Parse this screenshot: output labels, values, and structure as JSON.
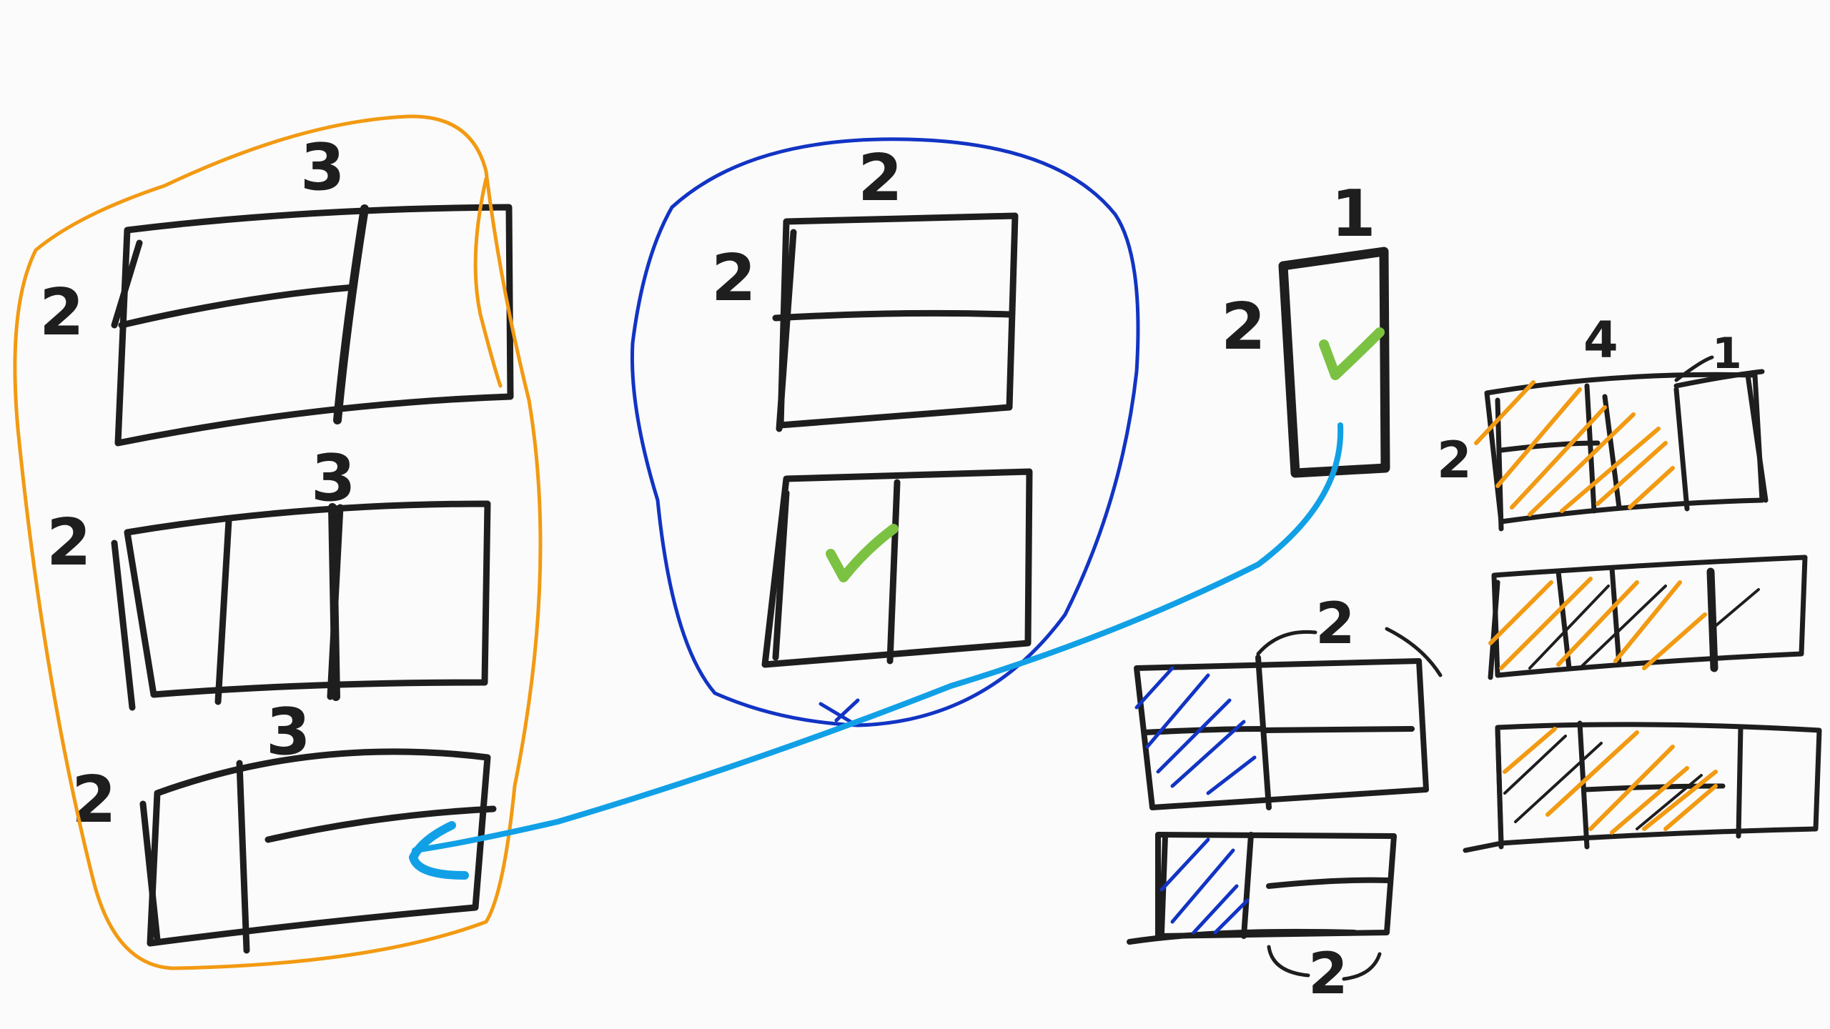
{
  "colors": {
    "ink": "#1e1e1e",
    "orange": "#f29a12",
    "dark_blue": "#1234c4",
    "light_blue": "#11a0e6",
    "green": "#7cc242",
    "background": "#fbfbfb"
  },
  "labels": {
    "g1_top": "3",
    "g1_side": "2",
    "g2_top": "3",
    "g2_side": "2",
    "g3_top": "3",
    "g3_side": "2",
    "mid_top": "2",
    "mid_side": "2",
    "tall_top": "1",
    "tall_side": "2",
    "bl_top": "2",
    "bl_bottom": "2",
    "r1_top_a": "4",
    "r1_top_b": "1",
    "r1_side": "2"
  },
  "icons": {
    "check": "check-mark-icon",
    "cross": "cross-mark-icon",
    "arrow": "arrow-icon"
  }
}
